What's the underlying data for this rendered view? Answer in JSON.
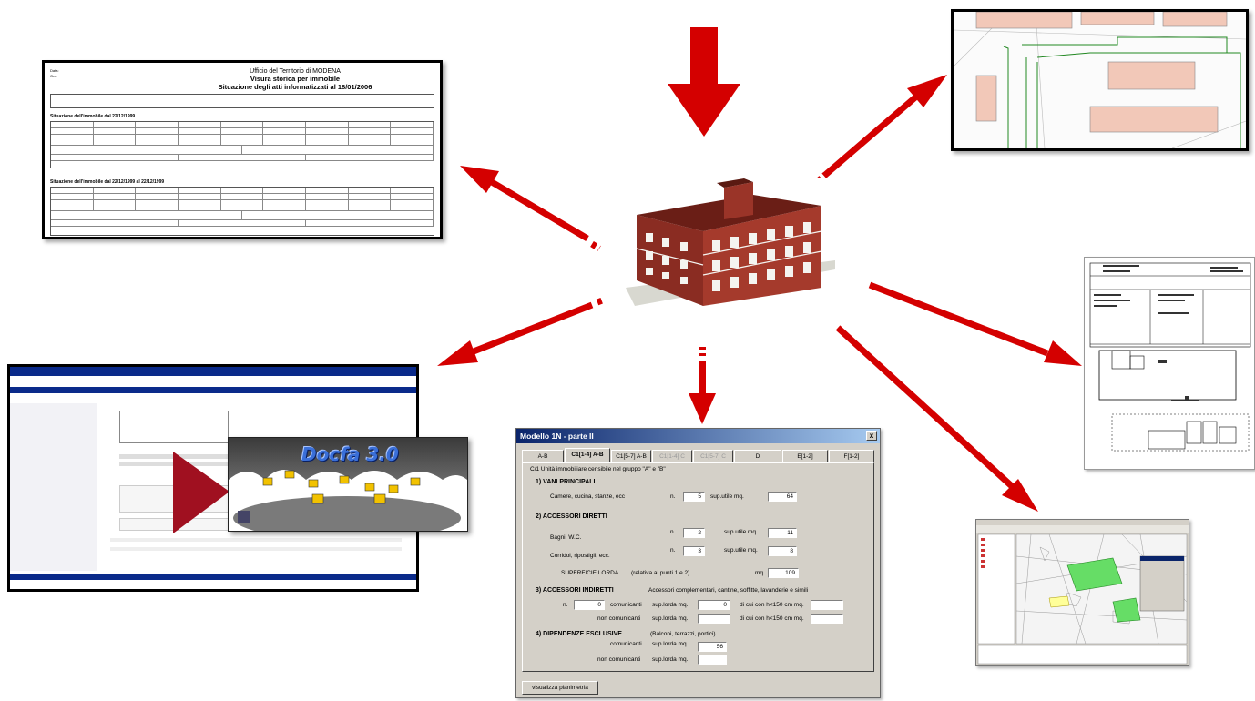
{
  "colors": {
    "arrow": "#d40000",
    "accent_blue": "#0a246a"
  },
  "document": {
    "office_line1": "Ufficio del Territorio di MODENA",
    "office_line2": "Visura storica per immobile",
    "office_line3": "Situazione degli atti informatizzati al 18/01/2006",
    "section1": "Situazione dell'immobile dal 22/12/1999",
    "section2": "Situazione dell'immobile dal 22/12/1999 al 22/12/1999"
  },
  "docfa": {
    "logo": "Docfa 3.0"
  },
  "dialog": {
    "title": "Modello 1N - parte II",
    "close": "x",
    "tabs": [
      {
        "label": "A-B",
        "state": "normal"
      },
      {
        "label": "C1[1-4] A-B",
        "state": "active"
      },
      {
        "label": "C1[5-7] A-B",
        "state": "normal"
      },
      {
        "label": "C1[1-4] C",
        "state": "disabled"
      },
      {
        "label": "C1[5-7] C",
        "state": "disabled"
      },
      {
        "label": "D",
        "state": "normal"
      },
      {
        "label": "E[1-2]",
        "state": "normal"
      },
      {
        "label": "F[1-2]",
        "state": "normal"
      }
    ],
    "intro": "C/1 Unità immobiliare censibile nel gruppo \"A\" e \"B\"",
    "s1": {
      "header": "1) VANI PRINCIPALI",
      "row_label": "Camere, cucina, stanze, ecc",
      "n_label": "n.",
      "n_value": "5",
      "sup_label": "sup.utile mq.",
      "sup_value": "64"
    },
    "s2": {
      "header": "2) ACCESSORI DIRETTI",
      "rows": [
        {
          "label": "Bagni, W.C.",
          "n_label": "n.",
          "n_value": "2",
          "sup_label": "sup.utile mq.",
          "sup_value": "11"
        },
        {
          "label": "Corridoi, ripostigli, ecc.",
          "n_label": "n.",
          "n_value": "3",
          "sup_label": "sup.utile mq.",
          "sup_value": "8"
        }
      ]
    },
    "superficie": {
      "label": "SUPERFICIE LORDA",
      "note": "(relativa ai punti 1 e 2)",
      "mq_label": "mq.",
      "value": "109"
    },
    "s3": {
      "header": "3) ACCESSORI INDIRETTI",
      "desc": "Accessori complementari, cantine, soffitte, lavanderie e simili",
      "n_label": "n.",
      "n_value": "0",
      "comunicanti": "comunicanti",
      "non_comunicanti": "non comunicanti",
      "sup_lorda": "sup.lorda mq.",
      "comunicanti_value": "0",
      "non_comunicanti_value": "",
      "di_cui": "di cui con h<150 cm mq."
    },
    "s4": {
      "header": "4) DIPENDENZE ESCLUSIVE",
      "desc": "(Balconi, terrazzi, portici)",
      "comunicanti": "comunicanti",
      "non_comunicanti": "non comunicanti",
      "sup_lorda": "sup.lorda mq.",
      "comunicanti_value": "56",
      "non_comunicanti_value": ""
    },
    "button": "visualizza planimetria"
  }
}
